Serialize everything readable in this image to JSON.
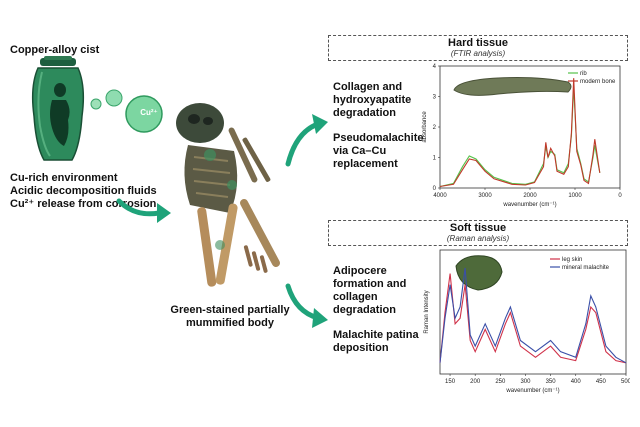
{
  "cist": {
    "title": "Copper-alloy cist",
    "ion_label": "Cu²⁺",
    "conditions": [
      "Cu-rich environment",
      "Acidic decomposition fluids",
      "Cu²⁺ release from corrosion"
    ]
  },
  "body_label": [
    "Green-stained partially",
    "mummified body"
  ],
  "hard_tissue": {
    "title": "Hard tissue",
    "subtitle": "(FTIR analysis)",
    "effects": [
      [
        "Collagen and",
        "hydroxyapatite",
        "degradation"
      ],
      [
        "Pseudomalachite",
        "via Ca–Cu",
        "replacement"
      ]
    ]
  },
  "soft_tissue": {
    "title": "Soft tissue",
    "subtitle": "(Raman analysis)",
    "effects": [
      [
        "Adipocere",
        "formation and",
        "collagen",
        "degradation"
      ],
      [
        "Malachite patina",
        "deposition"
      ]
    ]
  },
  "colors": {
    "green_arrow": "#1fa37a",
    "ftir_rib": "#55c24a",
    "ftir_bone": "#c0392b",
    "raman_skin": "#d0324a",
    "raman_malachite": "#3a4fa8",
    "vase_green": "#2d8a5c"
  },
  "chart_data": [
    {
      "type": "line",
      "xlabel": "wavenumber (cm⁻¹)",
      "ylabel": "absorbance",
      "xlim": [
        4000,
        0
      ],
      "ylim": [
        0,
        4
      ],
      "x_ticks": [
        4000,
        3000,
        2000,
        1000,
        0
      ],
      "y_ticks": [
        0,
        1,
        2,
        3,
        4
      ],
      "legend_position": "top-right",
      "series": [
        {
          "name": "rib",
          "x": [
            4000,
            3700,
            3500,
            3350,
            3200,
            3000,
            2800,
            2400,
            2100,
            1900,
            1700,
            1650,
            1600,
            1540,
            1450,
            1400,
            1250,
            1150,
            1080,
            1030,
            960,
            870,
            800,
            700,
            600,
            560,
            500,
            450
          ],
          "y": [
            0.05,
            0.15,
            0.7,
            1.05,
            0.95,
            0.6,
            0.35,
            0.15,
            0.12,
            0.2,
            0.8,
            1.35,
            1.0,
            1.2,
            1.1,
            0.6,
            0.5,
            0.8,
            1.7,
            3.3,
            1.3,
            0.8,
            0.3,
            0.2,
            1.0,
            1.4,
            0.9,
            0.5
          ]
        },
        {
          "name": "modern bone",
          "x": [
            4000,
            3700,
            3500,
            3350,
            3200,
            3000,
            2800,
            2400,
            2100,
            1900,
            1700,
            1650,
            1600,
            1540,
            1450,
            1400,
            1250,
            1150,
            1080,
            1030,
            960,
            870,
            800,
            700,
            600,
            560,
            500,
            450
          ],
          "y": [
            0.05,
            0.12,
            0.6,
            0.95,
            0.9,
            0.55,
            0.3,
            0.12,
            0.1,
            0.18,
            0.7,
            1.5,
            1.0,
            1.3,
            1.05,
            0.55,
            0.45,
            0.7,
            1.8,
            3.6,
            1.2,
            0.75,
            0.25,
            0.15,
            1.1,
            1.6,
            1.0,
            0.5
          ]
        }
      ]
    },
    {
      "type": "line",
      "xlabel": "wavenumber (cm⁻¹)",
      "ylabel": "Raman Intensity",
      "xlim": [
        130,
        500
      ],
      "x_ticks": [
        150,
        200,
        250,
        300,
        350,
        400,
        450,
        500
      ],
      "legend_position": "top-right",
      "series": [
        {
          "name": "leg skin",
          "x": [
            130,
            140,
            150,
            160,
            170,
            180,
            190,
            200,
            220,
            240,
            260,
            270,
            290,
            320,
            350,
            370,
            400,
            420,
            430,
            440,
            460,
            480,
            500
          ],
          "y": [
            0.1,
            0.55,
            0.9,
            0.45,
            0.5,
            0.8,
            0.3,
            0.2,
            0.4,
            0.2,
            0.45,
            0.55,
            0.25,
            0.15,
            0.25,
            0.15,
            0.12,
            0.4,
            0.6,
            0.55,
            0.2,
            0.12,
            0.1
          ]
        },
        {
          "name": "mineral malachite",
          "x": [
            130,
            140,
            150,
            160,
            170,
            180,
            190,
            200,
            220,
            240,
            260,
            270,
            290,
            320,
            350,
            370,
            400,
            420,
            430,
            440,
            460,
            480,
            500
          ],
          "y": [
            0.1,
            0.5,
            0.8,
            0.5,
            0.6,
            0.95,
            0.35,
            0.25,
            0.45,
            0.25,
            0.5,
            0.6,
            0.3,
            0.2,
            0.3,
            0.2,
            0.15,
            0.45,
            0.7,
            0.6,
            0.25,
            0.15,
            0.1
          ]
        }
      ]
    }
  ]
}
